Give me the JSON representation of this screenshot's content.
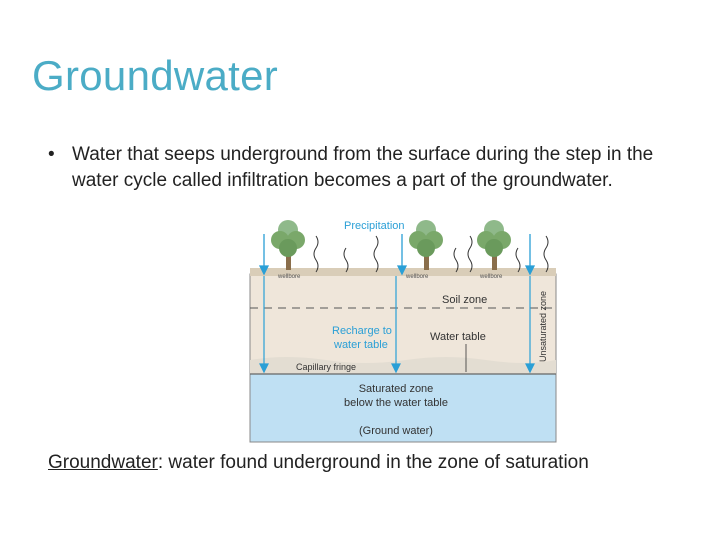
{
  "slide": {
    "title": "Groundwater",
    "bullet": "Water  that seeps underground  from the surface during the step in the water cycle called infiltration  becomes a part of the groundwater.",
    "footer_term": "Groundwater",
    "footer_rest": ": water found underground in the zone of saturation"
  },
  "diagram": {
    "precipitation": "Precipitation",
    "soil_zone": "Soil zone",
    "unsaturated_zone": "Unsaturated zone",
    "recharge_line1": "Recharge to",
    "recharge_line2": "water table",
    "water_table": "Water table",
    "capillary_fringe": "Capillary fringe",
    "saturated_line1": "Saturated zone",
    "saturated_line2": "below the water table",
    "groundwater_label": "(Ground water)",
    "wellhead_labels": [
      "wellbore",
      "wellbore",
      "wellbore"
    ],
    "colors": {
      "title": "#4bacc6",
      "soil": "#efe6da",
      "water": "#bfe0f3",
      "arrow": "#2a9fd6",
      "tree_green": "#7aa86a"
    }
  }
}
